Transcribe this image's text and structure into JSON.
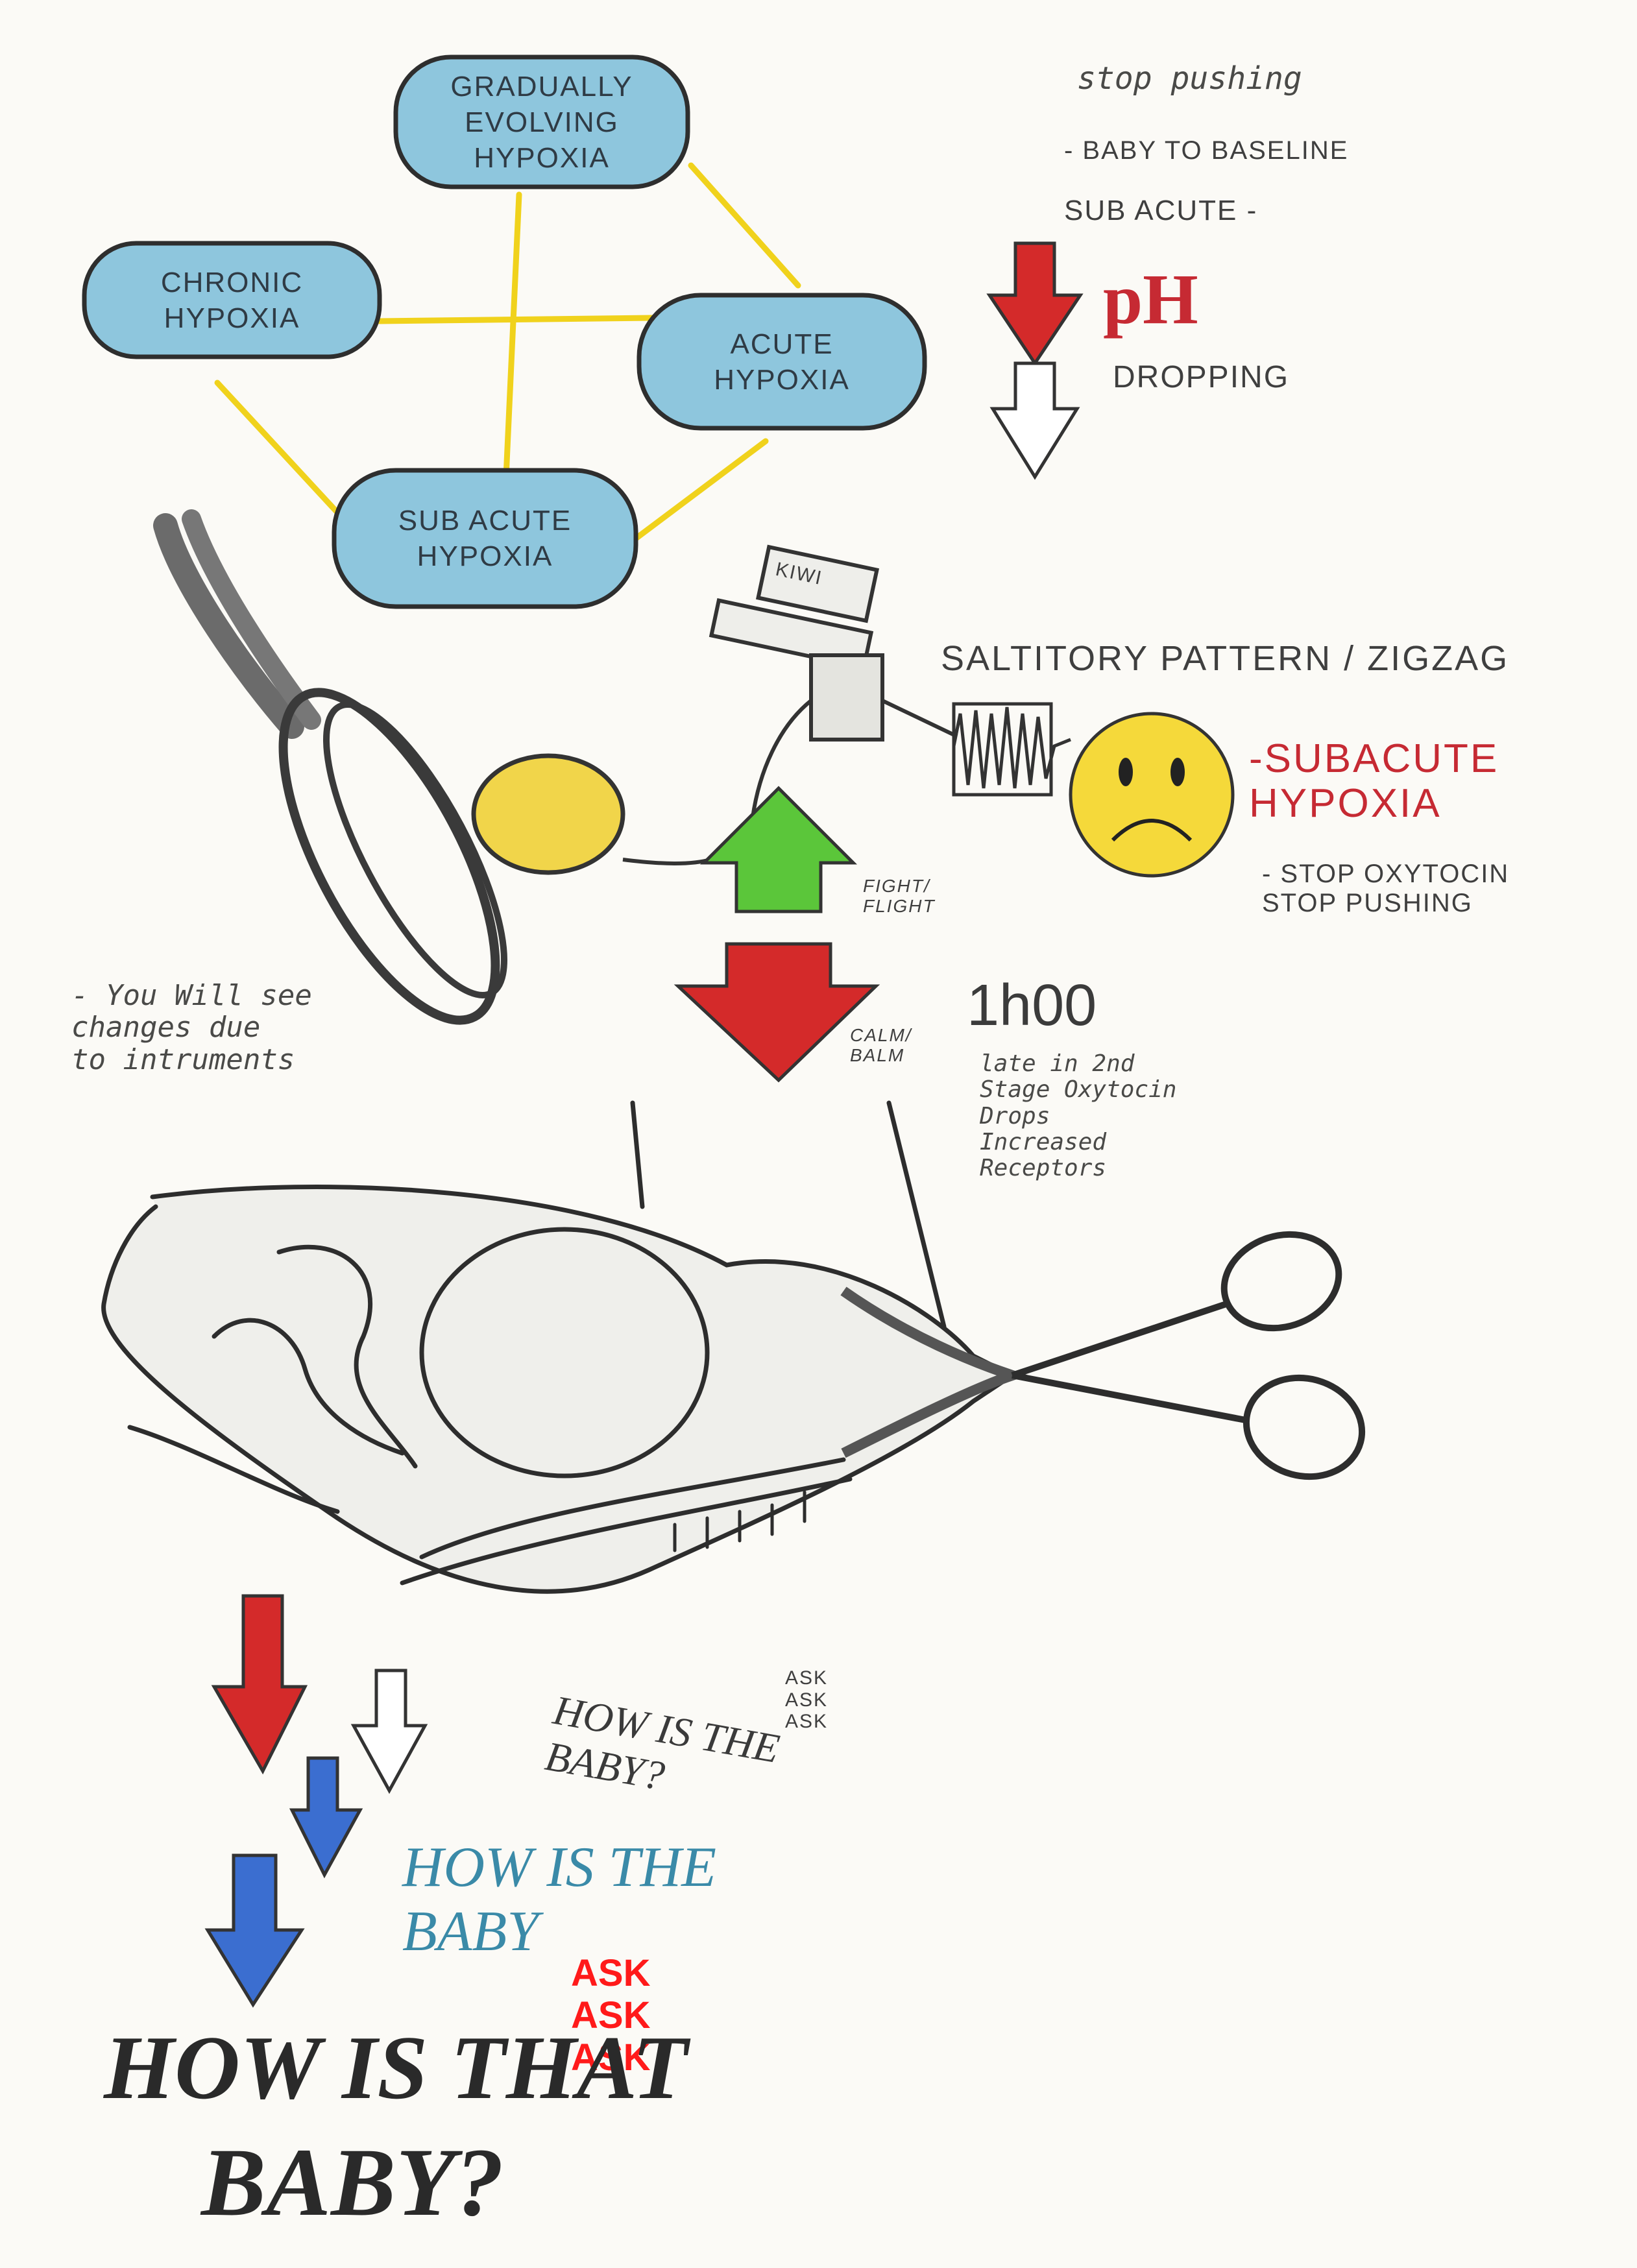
{
  "hypoxia_cycle": {
    "gradual": "GRADUALLY\nEVOLVING HYPOXIA",
    "chronic": "CHRONIC\nHYPOXIA",
    "acute": "ACUTE\nHYPOXIA",
    "subacute": "SUB ACUTE\nHYPOXIA"
  },
  "ph_notes": {
    "stop_pushing": "stop pushing",
    "baby_baseline": "- BABY TO BASELINE",
    "sub_acute": "SUB ACUTE -",
    "ph": "pH",
    "dropping": "DROPPING"
  },
  "kiwi": {
    "label": "KIWI",
    "pattern": "SALTITORY PATTERN / ZIGZAG",
    "subacute": "-SUBACUTE\nHYPOXIA",
    "stop_notes": "- STOP OXYTOCIN\nSTOP PUSHING",
    "fight_flight": "FIGHT/\nFLIGHT",
    "calm_balm": "CALM/\nBALM",
    "time": "1h00",
    "late_note": "late in 2nd\nStage Oxytocin\nDrops\nIncreased\nReceptors"
  },
  "instrument_note": "- You Will see\nchanges due\nto intruments",
  "questions": {
    "ask_small": "ASK\nASK\nASK",
    "how_is_the_baby": "HOW IS THE\nBABY?",
    "how_is_the_baby_teal": "HOW IS THE\nBABY",
    "ask_red": "ASK\nASK\nASK",
    "how_is_that": "HOW IS THAT",
    "baby": "BABY?"
  },
  "colors": {
    "pill_fill": "#8ec6dd",
    "connector": "#f0d21c",
    "red_arrow": "#d42a2a",
    "green_arrow": "#5bc63a",
    "blue_arrow": "#3b6ed0",
    "face": "#f5d93a"
  }
}
